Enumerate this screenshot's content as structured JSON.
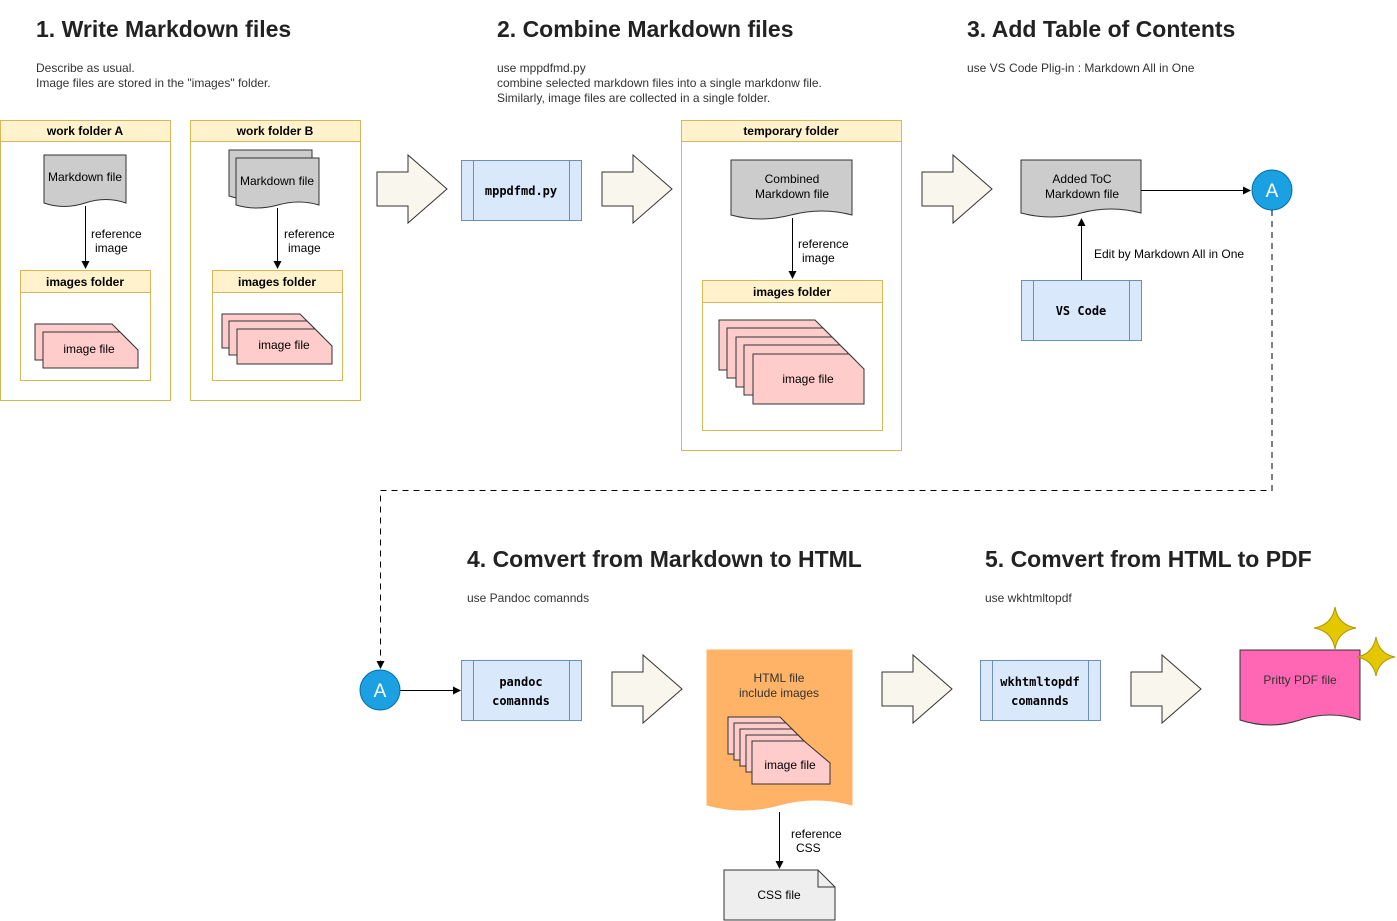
{
  "steps": [
    {
      "title": "1. Write Markdown files",
      "desc": [
        "Describe as usual.",
        "Image files are stored in the \"images\" folder."
      ]
    },
    {
      "title": "2. Combine Markdown files",
      "desc": [
        "use mppdfmd.py",
        "combine selected markdown files into a single markdonw file.",
        "Similarly, image files are collected in a single folder."
      ]
    },
    {
      "title": "3. Add Table of Contents",
      "desc": [
        "use VS Code Plig-in : Markdown All in One"
      ]
    },
    {
      "title": "4. Comvert from Markdown to HTML",
      "desc": [
        "use Pandoc comannds"
      ]
    },
    {
      "title": "5. Comvert from HTML to PDF",
      "desc": [
        "use wkhtmltopdf"
      ]
    }
  ],
  "diagram": {
    "work_folder_a": "work folder A",
    "work_folder_b": "work folder B",
    "temporary_folder": "temporary folder",
    "images_folder": "images folder",
    "markdown_file": "Markdown file",
    "image_file": "image file",
    "reference_image": [
      "reference",
      "image"
    ],
    "combined_markdown": [
      "Combined",
      "Markdown file"
    ],
    "added_toc_markdown": [
      "Added ToC",
      "Markdown file"
    ],
    "mppdfmd_process": "mppdfmd.py",
    "vscode_process": "VS Code",
    "edit_label": "Edit by Markdown All in One",
    "connector": "A",
    "pandoc_process": [
      "pandoc",
      "comannds"
    ],
    "html_file": [
      "HTML file",
      "include images"
    ],
    "reference_css": [
      "reference",
      "CSS"
    ],
    "css_file": "CSS file",
    "wkhtmltopdf_process": [
      "wkhtmltopdf",
      "comannds"
    ],
    "pdf_file": "Pritty PDF file"
  },
  "colors": {
    "folder_fill": "#fff2cc",
    "folder_border": "#d6b656",
    "doc_gray": "#cccccc",
    "image_pink": "#ffcccc",
    "process_blue": "#dae8fc",
    "process_border": "#6c8ebf",
    "arrow_fill": "#f9f7ed",
    "connector_blue": "#1ba1e2",
    "html_orange": "#ffb366",
    "pdf_pink": "#ff66b3",
    "sparkle": "#e3c800"
  }
}
